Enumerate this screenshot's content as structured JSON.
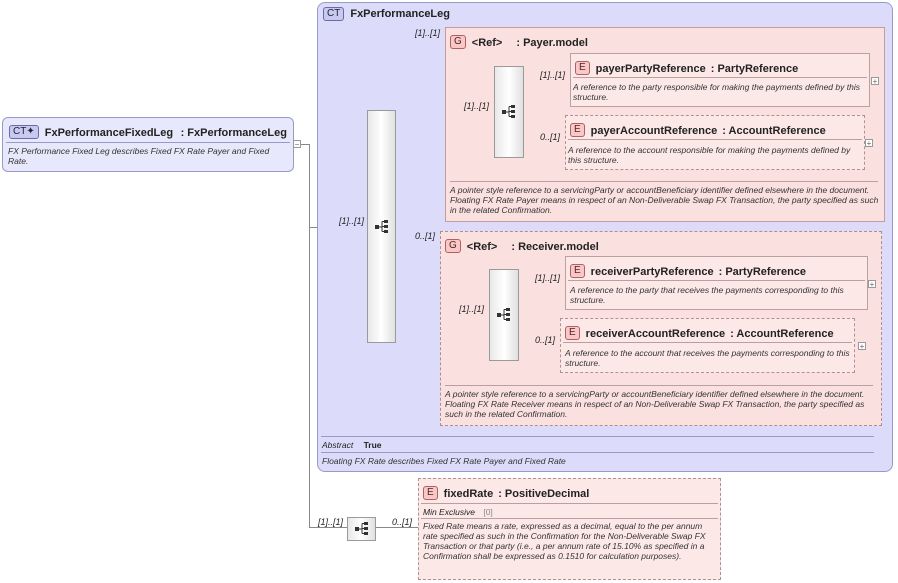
{
  "root": {
    "badge": "CT",
    "name": "FxPerformanceFixedLeg",
    "type": ": FxPerformanceLeg",
    "desc": "FX Performance Fixed Leg describes Fixed FX Rate Payer and Fixed Rate."
  },
  "base": {
    "badge": "CT",
    "name": "FxPerformanceLeg",
    "abstract_label": "Abstract",
    "abstract_value": "True",
    "desc": "Floating FX Rate describes Fixed FX Rate Payer and Fixed Rate"
  },
  "cards": {
    "root_seq": "[1]..[1]",
    "payer_group": "[1]..[1]",
    "receiver_group": "0..[1]",
    "payer_seq": "[1]..[1]",
    "payer_party": "[1]..[1]",
    "payer_account": "0..[1]",
    "receiver_seq": "[1]..[1]",
    "receiver_party": "[1]..[1]",
    "receiver_account": "0..[1]",
    "fixed_seq": "[1]..[1]",
    "fixed_rate": "0..[1]"
  },
  "payer_group": {
    "badge": "G",
    "ref": "<Ref>",
    "name": ": Payer.model",
    "desc": "A pointer style reference to a servicingParty or accountBeneficiary identifier defined elsewhere in the document. Floating FX Rate Payer means in respect of an Non-Deliverable Swap FX Transaction, the party specified as such in the related Confirmation."
  },
  "payer_party": {
    "badge": "E",
    "name": "payerPartyReference",
    "type": ": PartyReference",
    "desc": "A reference to the party responsible for making the payments defined by this structure."
  },
  "payer_account": {
    "badge": "E",
    "name": "payerAccountReference",
    "type": ": AccountReference",
    "desc": "A reference to the account responsible for making the payments defined by this structure."
  },
  "receiver_group": {
    "badge": "G",
    "ref": "<Ref>",
    "name": ": Receiver.model",
    "desc": "A pointer style reference to a servicingParty or accountBeneficiary identifier defined elsewhere in the document. Floating FX Rate Receiver means in respect of an Non-Deliverable Swap FX Transaction, the party specified as such in the related Confirmation."
  },
  "receiver_party": {
    "badge": "E",
    "name": "receiverPartyReference",
    "type": ": PartyReference",
    "desc": "A reference to the party that receives the payments corresponding to this structure."
  },
  "receiver_account": {
    "badge": "E",
    "name": "receiverAccountReference",
    "type": ": AccountReference",
    "desc": "A reference to the account that receives the payments corresponding to this structure."
  },
  "fixed_rate": {
    "badge": "E",
    "name": "fixedRate",
    "type": ": PositiveDecimal",
    "facet_label": "Min Exclusive",
    "facet_value": "[0]",
    "desc": "Fixed Rate means a rate, expressed as a decimal, equal to the per annum rate specified as such in the Confirmation for the Non-Deliverable Swap FX Transaction or that party (i.e., a per annum rate of 15.10% as specified in a Confirmation shall be expressed as 0.1510 for calculation purposes)."
  },
  "expand_symbol": "+",
  "collapse_symbol": "−",
  "icons": {
    "sequence": "sequence-icon",
    "attribute_marker": "attribute-marker-icon"
  }
}
